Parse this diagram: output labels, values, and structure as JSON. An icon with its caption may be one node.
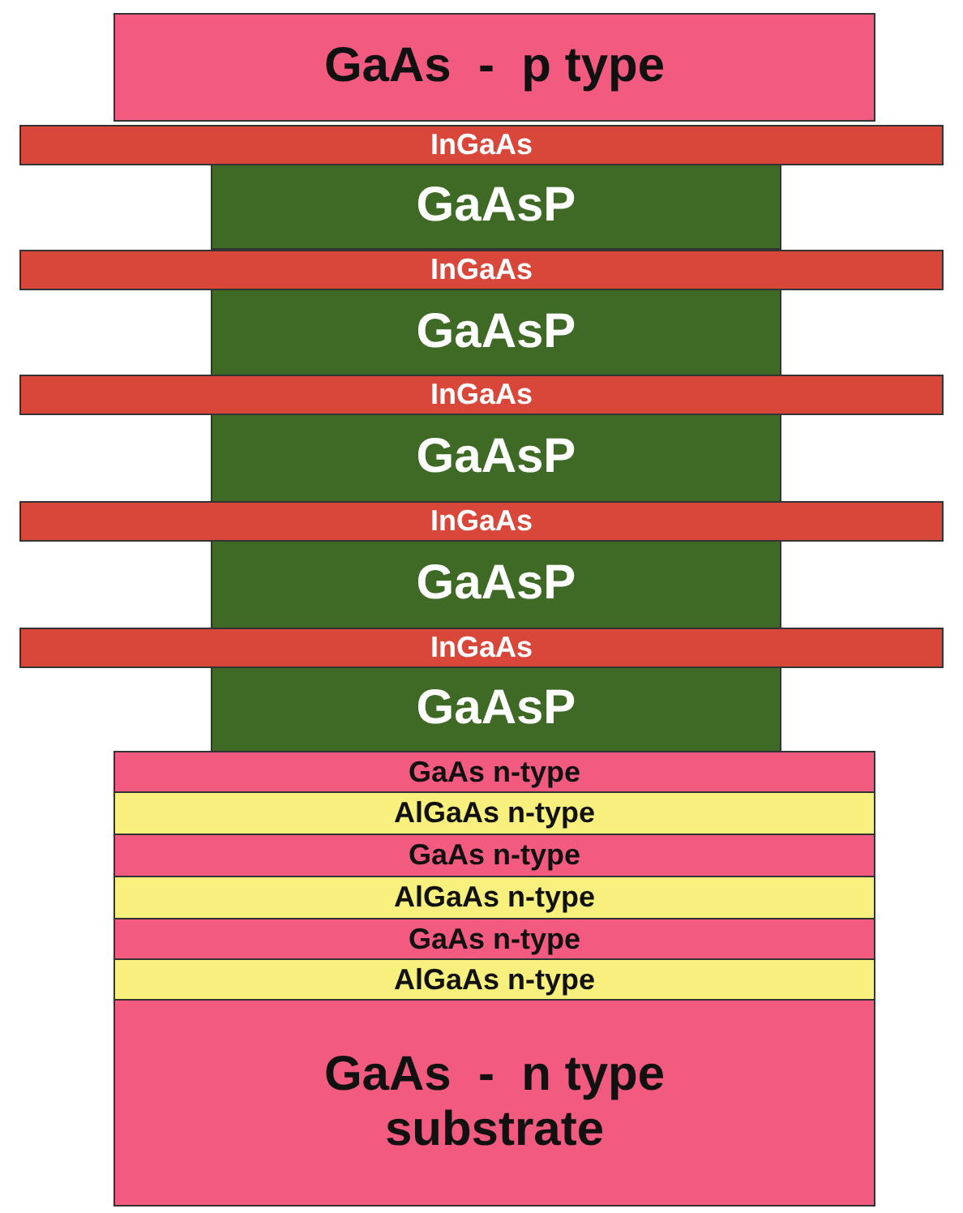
{
  "diagram": {
    "nodes": [
      {
        "text": [
          "GaAs  -  p type"
        ]
      },
      {
        "text": [
          "InGaAs"
        ]
      },
      {
        "text": [
          "GaAsP"
        ]
      },
      {
        "text": [
          "InGaAs"
        ]
      },
      {
        "text": [
          "GaAsP"
        ]
      },
      {
        "text": [
          "InGaAs"
        ]
      },
      {
        "text": [
          "GaAsP"
        ]
      },
      {
        "text": [
          "InGaAs"
        ]
      },
      {
        "text": [
          "GaAsP"
        ]
      },
      {
        "text": [
          "InGaAs"
        ]
      },
      {
        "text": [
          "GaAsP"
        ]
      },
      {
        "text": [
          "GaAs n-type"
        ]
      },
      {
        "text": [
          "AlGaAs n-type"
        ]
      },
      {
        "text": [
          "GaAs n-type"
        ]
      },
      {
        "text": [
          "AlGaAs n-type"
        ]
      },
      {
        "text": [
          "GaAs n-type"
        ]
      },
      {
        "text": [
          "AlGaAs n-type"
        ]
      },
      {
        "text": [
          "GaAs  -  n type substrate"
        ]
      }
    ]
  }
}
